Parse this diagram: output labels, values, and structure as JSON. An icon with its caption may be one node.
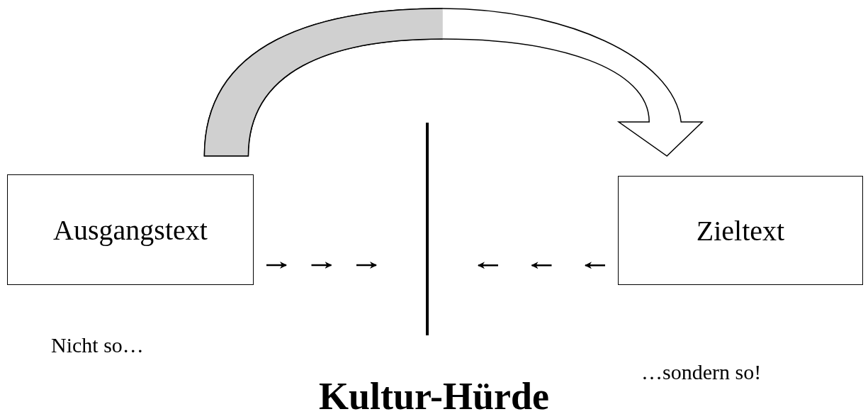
{
  "diagram": {
    "title": "Kultur-Hürde",
    "nodes": [
      {
        "text": [
          "Ausgangstext"
        ],
        "beside": [
          "Nicht so…"
        ]
      },
      {
        "text": [
          "Zieltext"
        ],
        "beside": [
          "…sondern so!"
        ]
      },
      {
        "text": [],
        "shape": "bar"
      }
    ],
    "edges": [
      {
        "from": 0,
        "to": 1,
        "arrow": "to",
        "style": "thick"
      },
      {
        "from": 0,
        "to": 2,
        "arrow": "to",
        "style": "dashed"
      },
      {
        "from": 1,
        "to": 2,
        "arrow": "to",
        "style": "dashed"
      }
    ]
  }
}
